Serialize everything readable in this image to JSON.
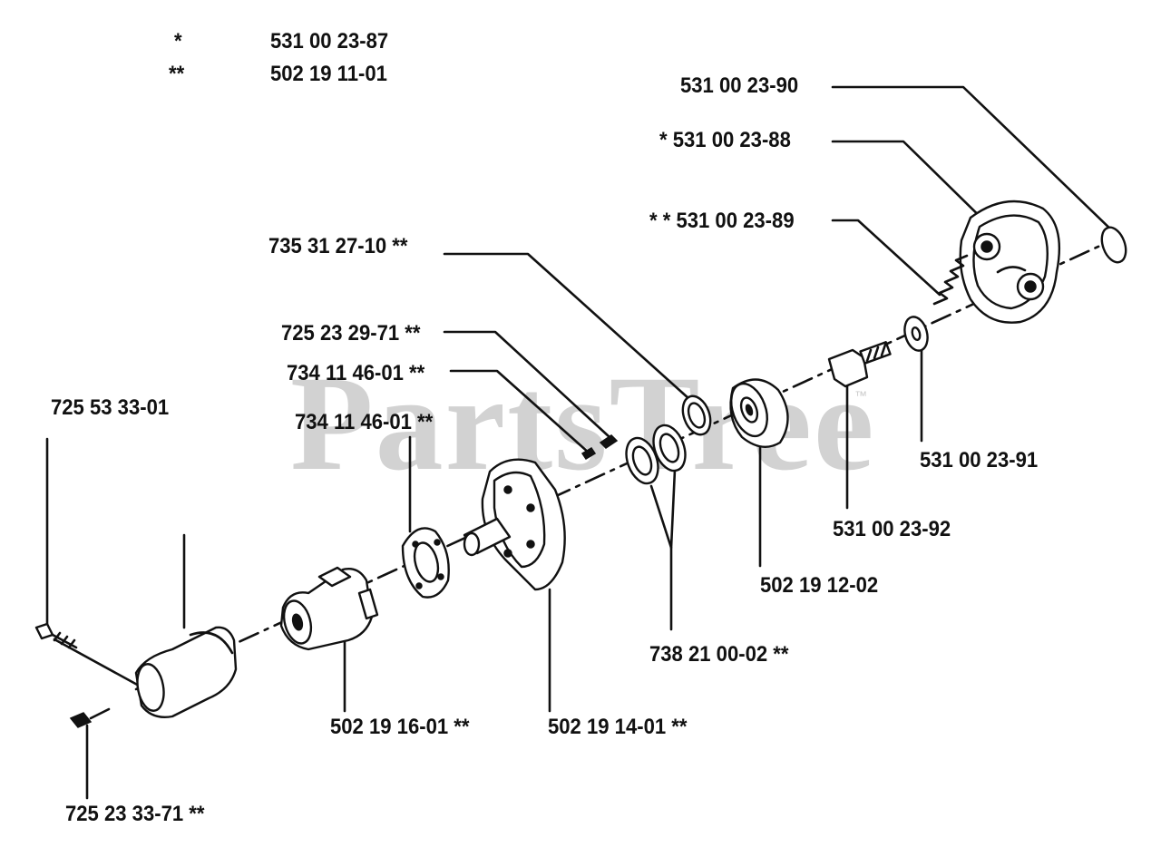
{
  "watermark": {
    "text": "PartsTree",
    "mark": "™"
  },
  "legend": [
    {
      "symbol": "*",
      "part": "531 00 23-87"
    },
    {
      "symbol": "**",
      "part": "502 19 11-01"
    }
  ],
  "labels": {
    "p_531_00_23_90": "531 00 23-90",
    "p_531_00_23_88": "* 531 00 23-88",
    "p_531_00_23_89": "* * 531 00 23-89",
    "p_735_31_27_10": "735 31 27-10 **",
    "p_725_23_29_71": "725 23 29-71 **",
    "p_734_11_46_01_a": "734 11 46-01 **",
    "p_734_11_46_01_b": "734 11 46-01 **",
    "p_725_53_33_01": "725 53 33-01",
    "p_531_00_23_91": "531 00 23-91",
    "p_531_00_23_92": "531 00 23-92",
    "p_502_19_12_02": "502 19 12-02",
    "p_738_21_00_02": "738 21 00-02 **",
    "p_502_19_16_01": "502 19 16-01 **",
    "p_502_19_14_01": "502 19 14-01 **",
    "p_725_23_33_71": "725 23 33-71 **"
  },
  "icons": {
    "clutch-drum": "clutch-drum-icon",
    "clutch-shoe": "clutch-shoe-icon",
    "spring": "spring-icon",
    "bolt": "bolt-icon",
    "washer": "washer-icon",
    "bearing": "bearing-icon",
    "gear-housing": "gear-housing-icon",
    "gasket": "gasket-icon",
    "drive-gear": "drive-gear-icon",
    "shaft-tube": "shaft-tube-icon",
    "screw": "screw-icon"
  }
}
